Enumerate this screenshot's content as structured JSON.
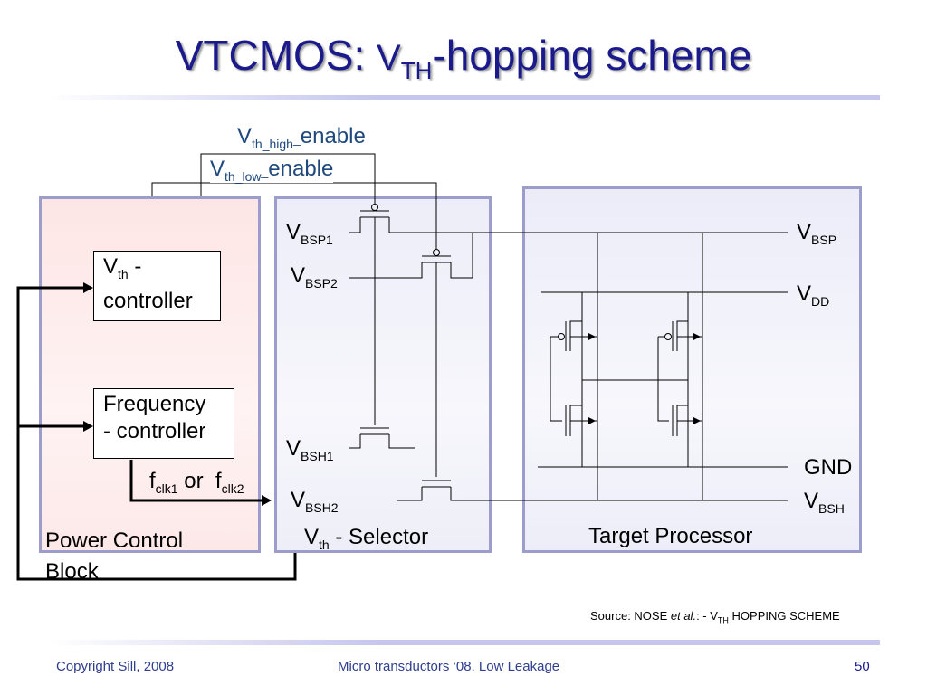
{
  "slide": {
    "title_main": "VTCMOS: ",
    "title_v": "V",
    "title_sub": "TH",
    "title_rest": "-hopping scheme"
  },
  "signals": {
    "vth_high_v": "V",
    "vth_high_sub": "th_high",
    "vth_high_text": "enable",
    "vth_low_v": "V",
    "vth_low_sub": "th_low",
    "vth_low_text": "enable"
  },
  "power_block": {
    "vth_ctrl_v": "V",
    "vth_ctrl_sub": "th",
    "vth_ctrl_rest": " -",
    "vth_ctrl_line2": "controller",
    "freq_line1": "Frequency",
    "freq_line2": "- controller",
    "fclk_f1": "f",
    "fclk_sub1": "clk1",
    "fclk_or": " or  ",
    "fclk_f2": "f",
    "fclk_sub2": "clk2",
    "label_line1": "Power Control",
    "label_line2": "Block"
  },
  "selector": {
    "vbsp1_v": "V",
    "vbsp1_sub": "BSP1",
    "vbsp2_v": "V",
    "vbsp2_sub": "BSP2",
    "vbsh1_v": "V",
    "vbsh1_sub": "BSH1",
    "vbsh2_v": "V",
    "vbsh2_sub": "BSH2",
    "label_v": "V",
    "label_sub": "th",
    "label_rest": " - Selector"
  },
  "target": {
    "vbsp_v": "V",
    "vbsp_sub": "BSP",
    "vdd_v": "V",
    "vdd_sub": "DD",
    "gnd": "GND",
    "vbsh_v": "V",
    "vbsh_sub": "BSH",
    "label": "Target Processor"
  },
  "source": {
    "prefix": "Source: NOSE ",
    "etal": "et al.",
    "mid": ": - V",
    "sub": "TH",
    "suffix": " HOPPING SCHEME"
  },
  "footer": {
    "copyright": "Copyright Sill, 2008",
    "center": "Micro transductors ‘08, Low Leakage",
    "page": "50"
  },
  "colors": {
    "title": "#1a1a8c",
    "rule": "#c5c5ee",
    "block_border": "#9d9dcc",
    "power_fill": "#fde5e5",
    "blue_fill": "#ecedf8"
  }
}
